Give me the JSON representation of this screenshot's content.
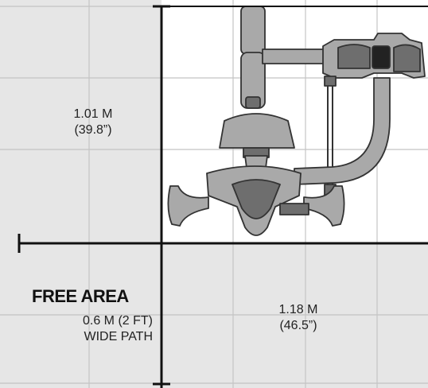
{
  "dimensions": {
    "upper_left": {
      "value": "1.01 M",
      "imperial": "(39.8”)"
    },
    "lower_right": {
      "value": "1.18 M",
      "imperial": "(46.5”)"
    }
  },
  "free_area": {
    "title": "FREE AREA",
    "line1": "0.6 M (2 FT)",
    "line2": "WIDE PATH"
  },
  "colors": {
    "free_area_fill": "#e6e6e6",
    "grid_line": "#c4c4c4",
    "divider": "#111111",
    "chair_fill": "#a9a9a9",
    "chair_dark": "#6e6e6e",
    "chair_outline": "#333333"
  }
}
